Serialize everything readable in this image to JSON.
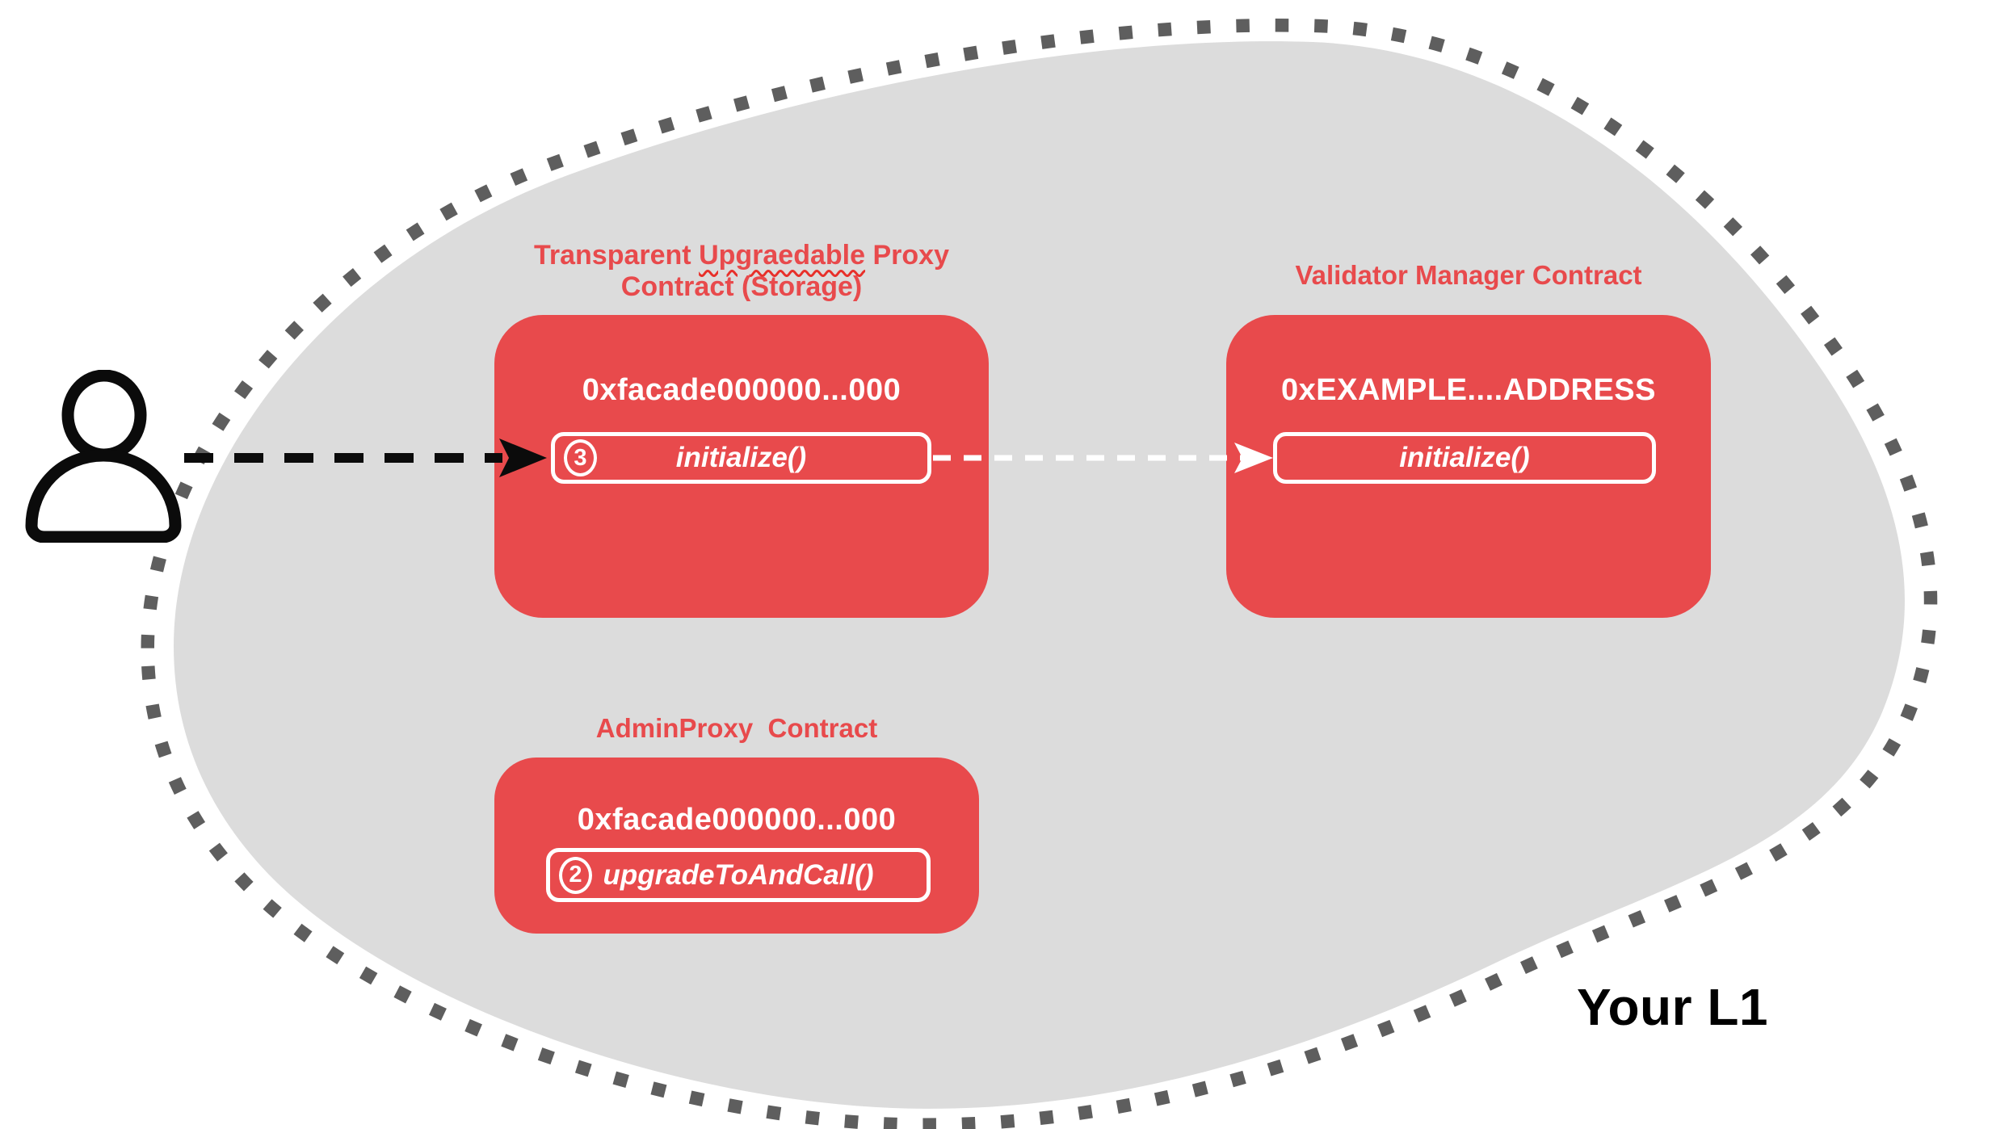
{
  "colors": {
    "box-red": "#e84a4c",
    "title-red": "#e84a4c",
    "blob-gray": "#dcdcdc",
    "dot-gray": "#5e5e5e",
    "ink": "#0b0b0b",
    "text-on-red": "#ffffff",
    "squiggle-red": "#e8302a"
  },
  "region": {
    "label": "Your L1"
  },
  "boxes": {
    "transparent_proxy": {
      "title_pre": "Transparent",
      "title_misspelled": "Upgraedable",
      "title_post": "Proxy",
      "title_line2": "Contract (Storage)",
      "address": "0xfacade000000...000",
      "step": "3",
      "method": "initialize()"
    },
    "validator_manager": {
      "title": "Validator Manager Contract",
      "address": "0xEXAMPLE....ADDRESS",
      "method": "initialize()"
    },
    "admin_proxy": {
      "title": "AdminProxy  Contract",
      "address": "0xfacade000000...000",
      "step": "2",
      "method": "upgradeToAndCall()"
    }
  }
}
